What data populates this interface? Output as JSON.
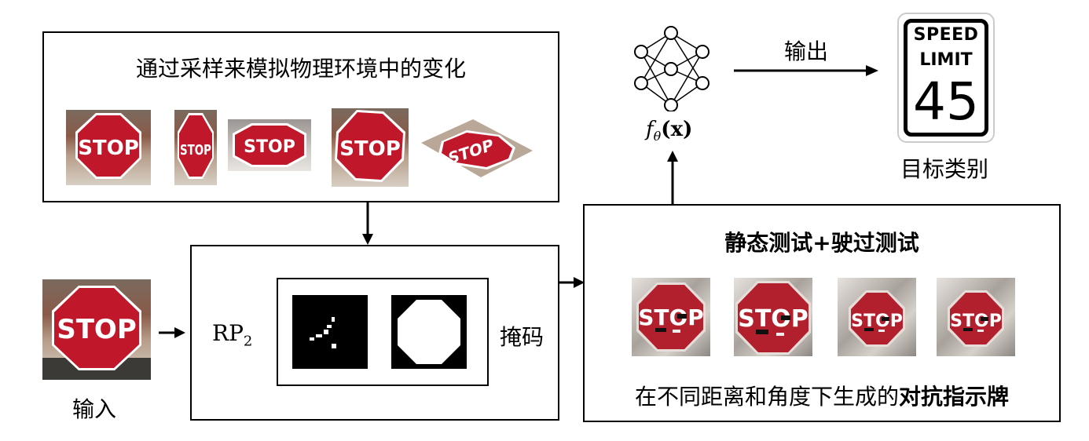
{
  "top_box": {
    "title": "通过采样来模拟物理环境中的变化",
    "sign_text": "STOP"
  },
  "input": {
    "label": "输入",
    "sign_text": "STOP"
  },
  "middle_box": {
    "rp_label": "RP",
    "rp_subscript": "2",
    "mask_label": "掩码"
  },
  "model": {
    "formula": "f",
    "formula_subscript": "θ",
    "formula_arg": "(x)",
    "output_label": "输出"
  },
  "target": {
    "line1": "SPEED",
    "line2": "LIMIT",
    "line3": "45",
    "label": "目标类别"
  },
  "right_box": {
    "title": "静态测试+驶过测试",
    "caption_normal": "在不同距离和角度下生成的",
    "caption_bold": "对抗指示牌",
    "sign_text": "STOP"
  }
}
